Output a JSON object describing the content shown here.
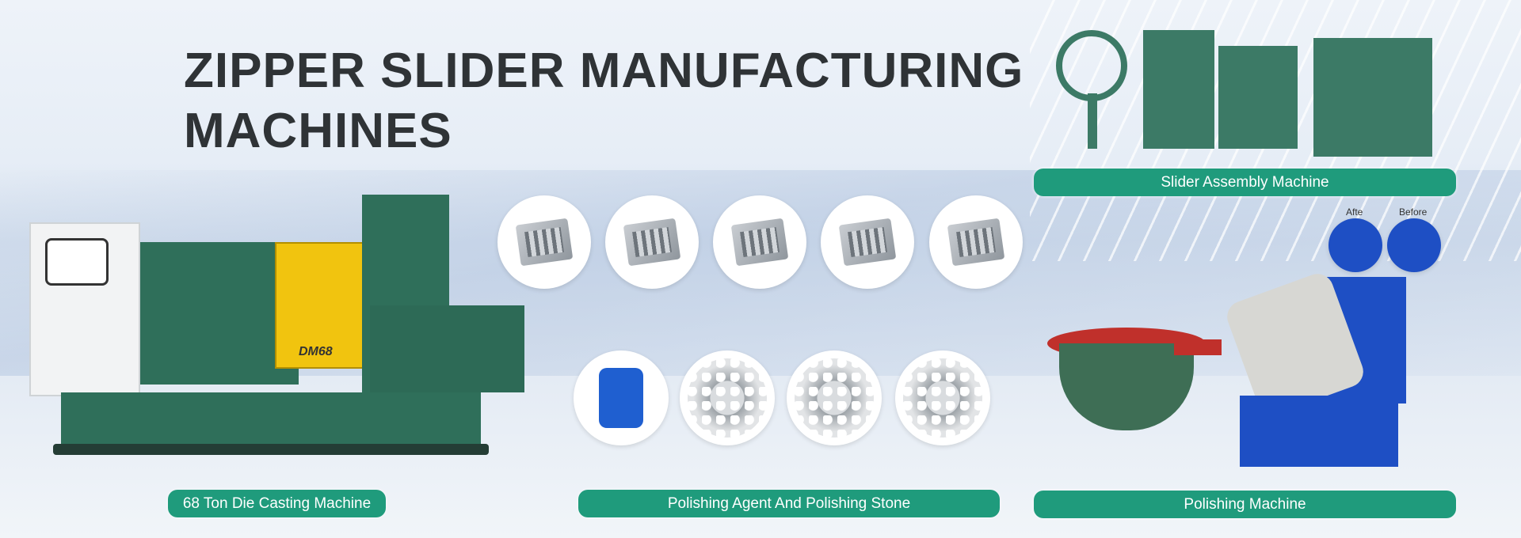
{
  "title_line1": "ZIPPER SLIDER MANUFACTURING",
  "title_line2": "MACHINES",
  "labels": {
    "die_casting": "68 Ton Die Casting Machine",
    "polishing_agent": "Polishing Agent And Polishing Stone",
    "polishing_machine": "Polishing Machine",
    "slider_assembly": "Slider Assembly Machine"
  },
  "machine_badge": "DM68",
  "compare": {
    "after": "Afte",
    "before": "Before"
  },
  "colors": {
    "accent": "#1f9b7c",
    "title": "#2f3336",
    "machine_green": "#2f6f5a",
    "tumbler_blue": "#1e4fc4"
  }
}
